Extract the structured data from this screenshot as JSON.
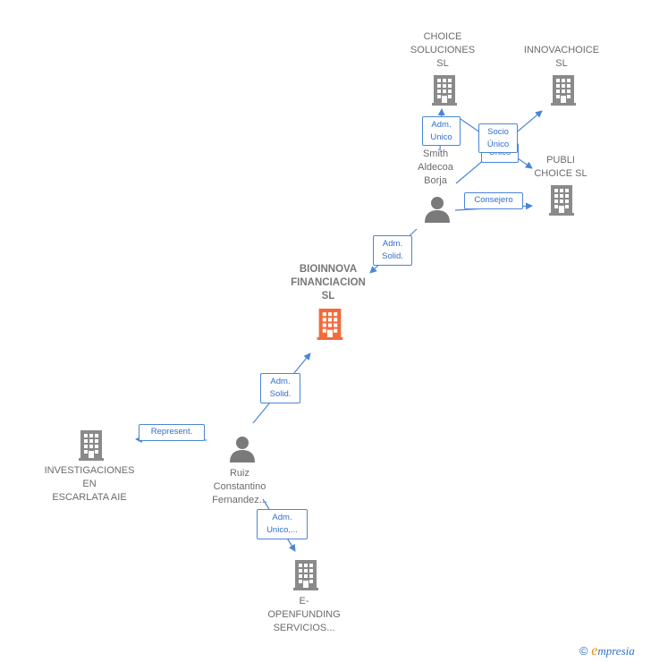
{
  "nodes": {
    "choice_soluciones": {
      "label": "CHOICE\nSOLUCIONES\nSL",
      "type": "company"
    },
    "innovachoice": {
      "label": "INNOVACHOICE\nSL",
      "type": "company"
    },
    "publi_choice": {
      "label": "PUBLI\nCHOICE  SL",
      "type": "company"
    },
    "smith": {
      "label": "Smith\nAldecoa\nBorja",
      "type": "person"
    },
    "bioinnova": {
      "label": "BIOINNOVA\nFINANCIACION\nSL",
      "type": "company-main"
    },
    "ruiz": {
      "label": "Ruiz\nConstantino\nFernandez...",
      "type": "person"
    },
    "investigaciones": {
      "label": "INVESTIGACIONES\nEN\nESCARLATA AIE",
      "type": "company"
    },
    "openfunding": {
      "label": "E-\nOPENFUNDING\nSERVICIOS...",
      "type": "company"
    }
  },
  "edges": {
    "smith_choice": {
      "label": "Adm.\nUnico"
    },
    "smith_innova": {
      "label": "Socio\nÚnico"
    },
    "smith_publi_hidden": {
      "label": "Unico"
    },
    "smith_publi": {
      "label": "Consejero"
    },
    "smith_bio": {
      "label": "Adm.\nSolid."
    },
    "ruiz_bio": {
      "label": "Adm.\nSolid."
    },
    "ruiz_invest": {
      "label": "Represent."
    },
    "ruiz_open": {
      "label": "Adm.\nUnico,..."
    }
  },
  "colors": {
    "edge": "#4a86d8",
    "company_icon": "#8a8a8a",
    "main_icon": "#f26b3a",
    "person_icon": "#7a7a7a"
  },
  "footer": {
    "copyright": "©",
    "brand_e": "e",
    "brand_rest": "mpresia"
  }
}
